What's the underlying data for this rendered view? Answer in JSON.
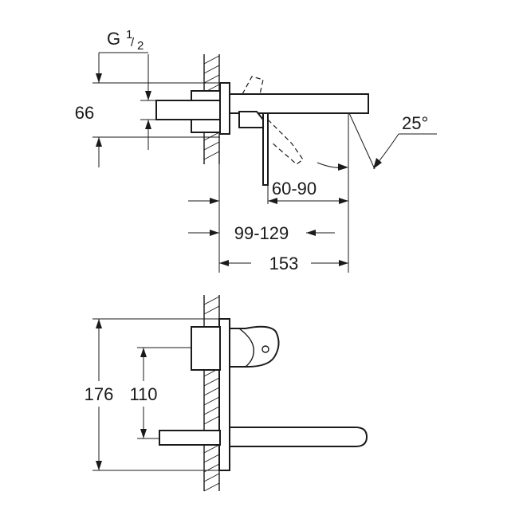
{
  "top_view": {
    "thread": {
      "prefix": "G",
      "numerator": "1",
      "denominator": "2"
    },
    "dim_height": "66",
    "dim_angle": "25°",
    "dim_lever_range": "60-90",
    "dim_spout_range": "99-129",
    "dim_spout_length": "153"
  },
  "side_view": {
    "dim_total_height": "176",
    "dim_spout_height": "110"
  }
}
